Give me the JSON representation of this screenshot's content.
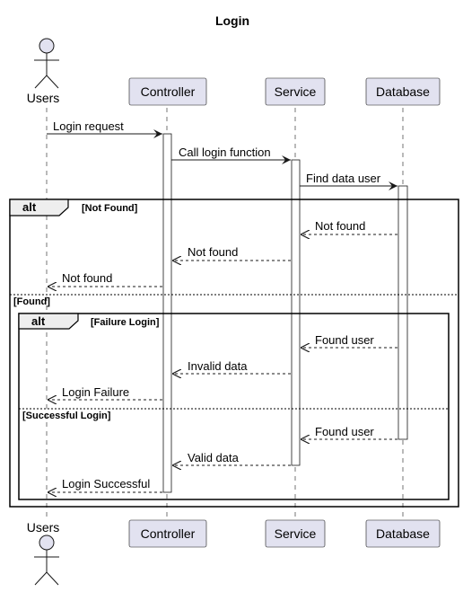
{
  "title": "Login",
  "participants": {
    "users": "Users",
    "controller": "Controller",
    "service": "Service",
    "database": "Database"
  },
  "messages": [
    "Login request",
    "Call login function",
    "Find data user",
    "Not found",
    "Not found",
    "Not found",
    "Found user",
    "Invalid data",
    "Login Failure",
    "Found user",
    "Valid data",
    "Login Successful"
  ],
  "groups": {
    "outer_keyword": "alt",
    "outer_guard_1": "[Not Found]",
    "outer_guard_2": "[Found]",
    "inner_keyword": "alt",
    "inner_guard_1": "[Failure Login]",
    "inner_guard_2": "[Successful Login]"
  },
  "colors": {
    "participant_fill": "#e2e2f0",
    "participant_border": "#181818",
    "line": "#181818"
  }
}
